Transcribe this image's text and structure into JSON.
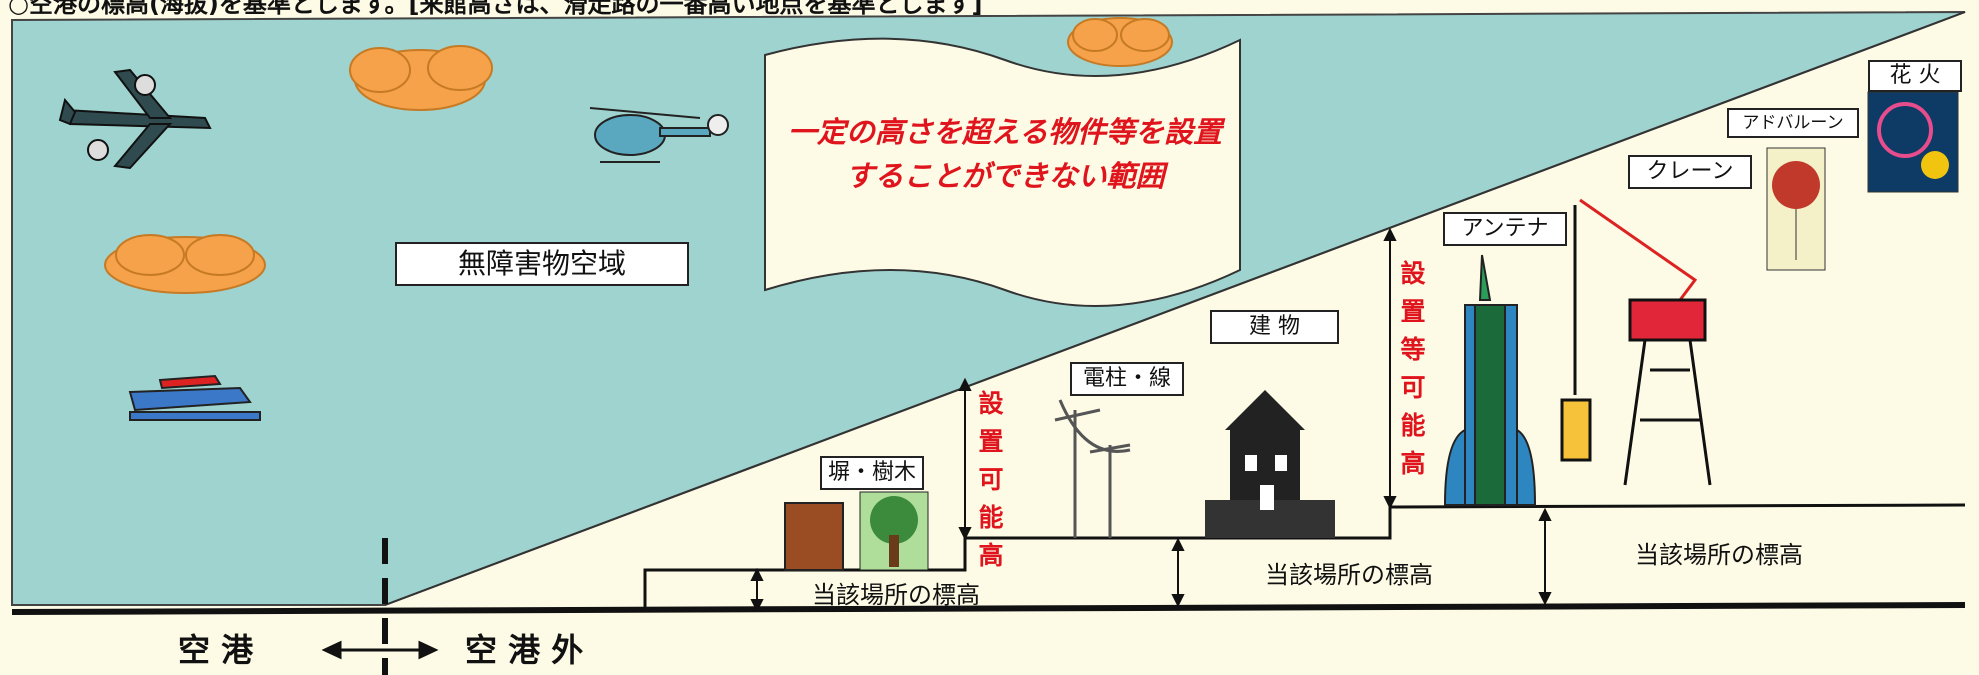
{
  "header_text": "○空港の標高(海抜)を基準とします。[来館高さは、滑走路の一番高い地点を基準とします]",
  "labels": {
    "obstacle_free_airspace": "無障害物空域",
    "restricted_range": "一定の高さを超える物件等を設置することができない範囲",
    "wall_tree": "塀・樹木",
    "pole_wire": "電柱・線",
    "building": "建 物",
    "antenna": "アンテナ",
    "crane": "クレーン",
    "ad_balloon": "アドバルーン",
    "fireworks": "花 火",
    "installable_height": "設置可能高",
    "installable_height_2": "設置等可能高",
    "ground_elevation": "当該場所の標高",
    "airport": "空 港",
    "outside_airport": "空 港 外"
  },
  "colors": {
    "sky": "#9fd3cf",
    "ground_bg": "#fdfbe6",
    "red_text": "#e0141c",
    "cloud": "#f5a24a"
  },
  "icons": [
    "airplane-icon",
    "helicopter-icon",
    "seaplane-icon",
    "cloud-icon",
    "house-icon",
    "tree-icon",
    "power-pole-icon",
    "antenna-tower-icon",
    "crane-icon",
    "balloon-icon",
    "fireworks-icon"
  ]
}
